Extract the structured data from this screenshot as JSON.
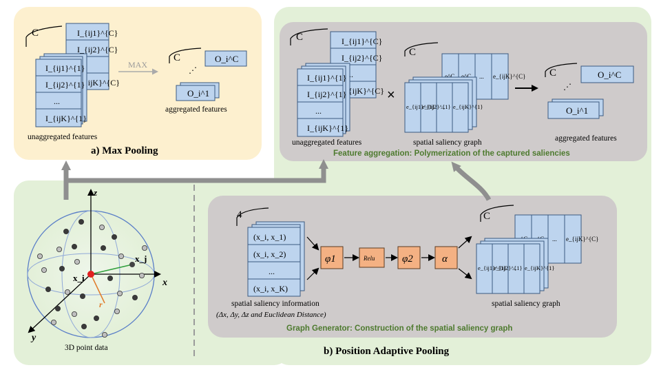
{
  "max_pooling": {
    "title": "a) Max Pooling",
    "channel_label": "C",
    "stack_cells": [
      "I_{ij1}^{1}",
      "I_{ij2}^{1}",
      "...",
      "I_{ijK}^{1}"
    ],
    "back_cells": [
      "I_{ij1}^{C}",
      "I_{ij2}^{C}",
      "...",
      "I_{ijK}^{C}"
    ],
    "op_label": "MAX",
    "input_caption": "unaggregated features",
    "output_top": "O_i^C",
    "output_bottom": "O_i^1",
    "output_caption": "aggregated features"
  },
  "feature_aggregation": {
    "title": "Feature aggregation: Polymerization of the captured saliencies",
    "channel_label": "C",
    "stack_cells": [
      "I_{ij1}^{1}",
      "I_{ij2}^{1}",
      "...",
      "I_{ijK}^{1}"
    ],
    "back_cells": [
      "I_{ij1}^{C}",
      "I_{ij2}^{C}",
      "...",
      "I_{ijK}^{C}"
    ],
    "input_caption": "unaggregated features",
    "multiply_symbol": "×",
    "graph_cells": [
      "e_{ij1}^{1}",
      "e_{ij2}^{1}",
      "...",
      "e_{ijK}^{1}"
    ],
    "graph_back_cells": [
      "e^C",
      "e^C",
      "...",
      "e_{ijK}^{C}"
    ],
    "graph_caption": "spatial  saliency graph",
    "output_top": "O_i^C",
    "output_bottom": "O_i^1",
    "output_caption": "aggregated features"
  },
  "graph_generator": {
    "title": "Graph Generator: Construction of the spatial saliency graph",
    "channel_label": "4",
    "info_cells": [
      "(x_i, x_1)",
      "(x_i, x_2)",
      "...",
      "(x_i, x_K)"
    ],
    "info_caption_1": "spatial  saliency information",
    "info_caption_2": "(Δx, Δy, Δz and Euclidean Distance)",
    "ops": [
      "φ1",
      "Relu",
      "φ2",
      "α"
    ],
    "channel_label_out": "C",
    "graph_cells": [
      "e_{ij1}^{1}",
      "e_{ij2}^{1}",
      "...",
      "e_{ijK}^{1}"
    ],
    "graph_back_cells": [
      "e^C",
      "e^C",
      "...",
      "e_{ijK}^{C}"
    ],
    "graph_caption": "spatial  saliency graph"
  },
  "point_cloud": {
    "axis_z": "z",
    "axis_x": "x",
    "axis_y": "y",
    "label_xi": "x_i",
    "label_xj": "x_j",
    "label_r": "r",
    "caption": "3D point data"
  },
  "bottom_title": "b) Position  Adaptive Pooling",
  "colors": {
    "yellow_panel": "#fdf0cf",
    "green_panel": "#e3f0d8",
    "gray_panel": "#cfcbcb",
    "cell_blue": "#bdd4ee",
    "cell_border": "#3a5a80",
    "op_orange": "#f4b183",
    "title_green": "#4d7a2e",
    "arrow_gray": "#9a9a9a"
  }
}
